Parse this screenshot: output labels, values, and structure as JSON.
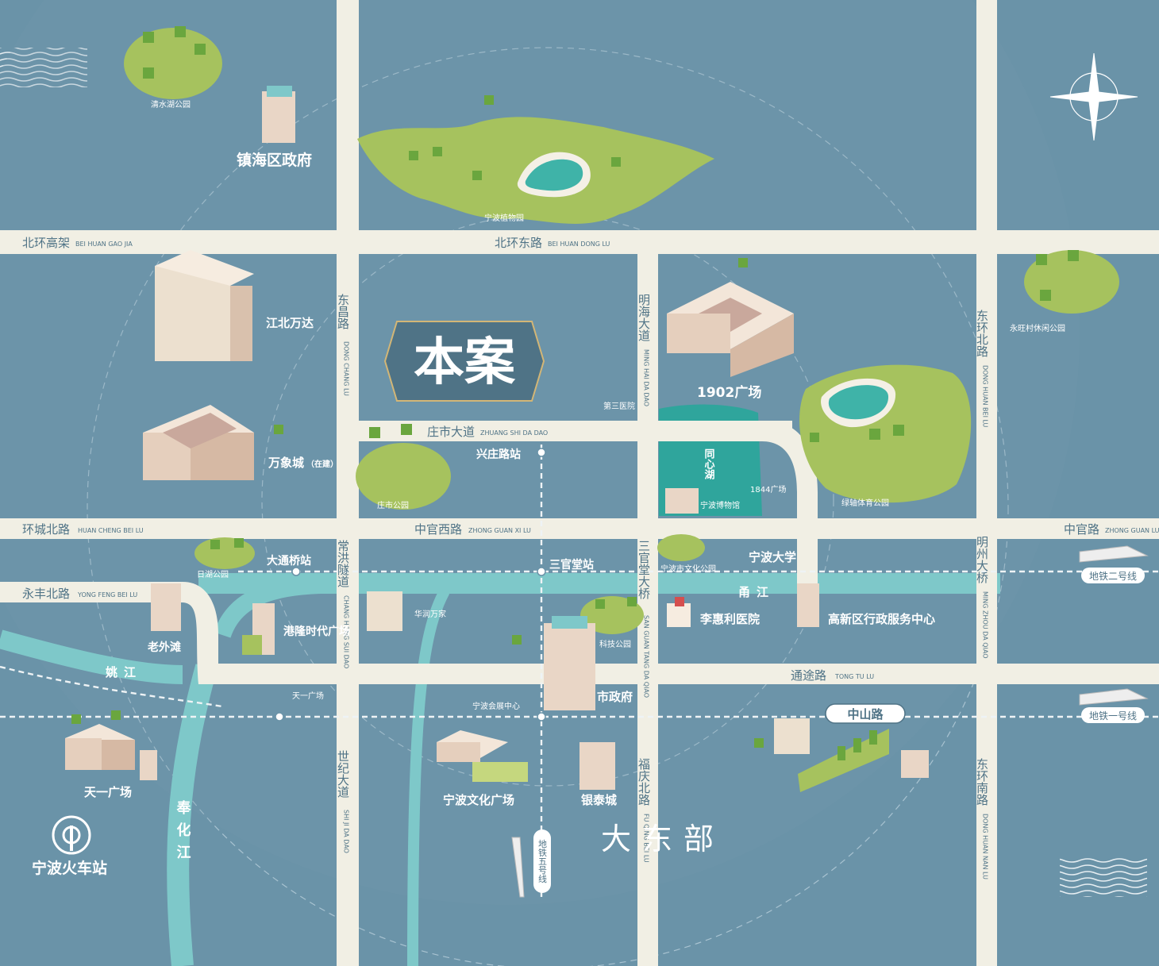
{
  "project": {
    "label": "本案"
  },
  "colors": {
    "block": "#6a93a8",
    "road": "#f1efe4",
    "river": "#7ec8c9",
    "green": "#a6c25e",
    "tree": "#6aa63e",
    "building": "#e9d6c6",
    "text": "#ffffff",
    "dashed": "#eef3f5"
  },
  "roads": [
    {
      "id": "north-ring-elevated",
      "cn": "北环高架",
      "en": "BEI HUAN GAO JIA"
    },
    {
      "id": "north-ring-east",
      "cn": "北环东路",
      "en": "BEI HUAN DONG LU"
    },
    {
      "id": "dongchang",
      "cn": "东昌路",
      "en": "DONG CHANG LU"
    },
    {
      "id": "minghai",
      "cn": "明海大道",
      "en": "MING HAI DA DAO"
    },
    {
      "id": "donghuan-north",
      "cn": "东环北路",
      "en": "DONG HUAN BEI LU"
    },
    {
      "id": "zhuangshi",
      "cn": "庄市大道",
      "en": "ZHUANG SHI DA DAO"
    },
    {
      "id": "huancheng-north",
      "cn": "环城北路",
      "en": "HUAN CHENG BEI LU"
    },
    {
      "id": "zhongguan-west",
      "cn": "中官西路",
      "en": "ZHONG GUAN XI LU"
    },
    {
      "id": "zhongguan",
      "cn": "中官路",
      "en": "ZHONG GUAN LU"
    },
    {
      "id": "changhong-tunnel",
      "cn": "常洪隧道",
      "en": "CHANG HONG SUI DAO"
    },
    {
      "id": "sanguantang-bridge",
      "cn": "三官堂大桥",
      "en": "SAN GUAN TANG DA QIAO"
    },
    {
      "id": "mingzhou-bridge",
      "cn": "明州大桥",
      "en": "MING ZHOU DA QIAO"
    },
    {
      "id": "yongfeng-north",
      "cn": "永丰北路",
      "en": "YONG FENG BEI LU"
    },
    {
      "id": "tongtu",
      "cn": "通途路",
      "en": "TONG TU LU"
    },
    {
      "id": "shiji",
      "cn": "世纪大道",
      "en": "SHI JI DA DAO"
    },
    {
      "id": "fuqing-north",
      "cn": "福庆北路",
      "en": "FU QING BEI LU"
    },
    {
      "id": "donghuan-south",
      "cn": "东环南路",
      "en": "DONG HUAN NAN LU"
    }
  ],
  "zhongshan_road": "中山路",
  "metro": [
    {
      "id": "line2",
      "label": "地铁二号线"
    },
    {
      "id": "line1",
      "label": "地铁一号线"
    },
    {
      "id": "line5",
      "label": "地铁五号线"
    }
  ],
  "stations": [
    {
      "id": "xingzhuang",
      "label": "兴庄路站"
    },
    {
      "id": "datongqiao",
      "label": "大通桥站"
    },
    {
      "id": "sanguantang",
      "label": "三官堂站"
    }
  ],
  "rivers": [
    {
      "id": "yongjiang",
      "label": "甬江"
    },
    {
      "id": "yaojiang",
      "label": "姚江"
    },
    {
      "id": "fenghua",
      "label": "奉化江"
    },
    {
      "id": "tongxin-lake",
      "label": "同心湖"
    }
  ],
  "districts": [
    {
      "id": "dadongbu",
      "label": "大东部"
    }
  ],
  "major_landmarks": [
    {
      "id": "zhenhai-gov",
      "label": "镇海区政府"
    },
    {
      "id": "jiangbei-wanda",
      "label": "江北万达"
    },
    {
      "id": "wanxiangcheng",
      "label": "万象城",
      "note": "（在建）"
    },
    {
      "id": "1902-plaza",
      "label": "1902广场"
    },
    {
      "id": "ningbo-university",
      "label": "宁波大学"
    },
    {
      "id": "lihuili-hospital",
      "label": "李惠利医院"
    },
    {
      "id": "gaoxin-service",
      "label": "高新区行政服务中心"
    },
    {
      "id": "laowaitan",
      "label": "老外滩"
    },
    {
      "id": "ganglong",
      "label": "港隆时代广场"
    },
    {
      "id": "city-gov",
      "label": "市政府"
    },
    {
      "id": "tianyi",
      "label": "天一广场"
    },
    {
      "id": "culture-plaza",
      "label": "宁波文化广场"
    },
    {
      "id": "yintai",
      "label": "银泰城"
    },
    {
      "id": "ningbo-railway",
      "label": "宁波火车站"
    }
  ],
  "small_labels": [
    {
      "id": "qingshuihu",
      "label": "清水湖公园"
    },
    {
      "id": "botanical",
      "label": "宁波植物园"
    },
    {
      "id": "yongwang",
      "label": "永旺村休闲公园"
    },
    {
      "id": "green-axis",
      "label": "绿轴体育公园"
    },
    {
      "id": "science-park",
      "label": "科技公园"
    },
    {
      "id": "zhuangshi-park",
      "label": "庄市公园"
    },
    {
      "id": "riverside-park",
      "label": "日湖公园"
    },
    {
      "id": "no3-hospital",
      "label": "第三医院"
    },
    {
      "id": "museum",
      "label": "宁波博物馆"
    },
    {
      "id": "culture-park",
      "label": "宁波市文化公园"
    },
    {
      "id": "1844",
      "label": "1844广场"
    },
    {
      "id": "huarun",
      "label": "华润万家"
    },
    {
      "id": "yinzhou-hall",
      "label": "宁波会展中心"
    },
    {
      "id": "tianyi-shop",
      "label": "天一广场"
    }
  ]
}
